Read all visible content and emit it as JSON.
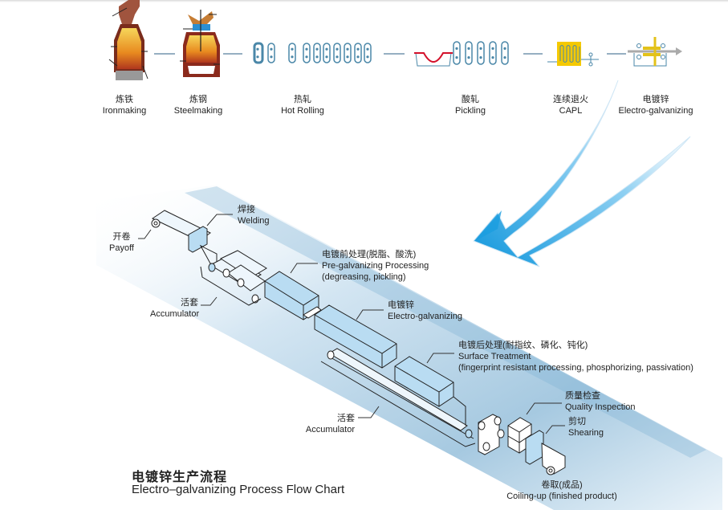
{
  "top_process": {
    "stages": [
      {
        "zh": "炼铁",
        "en": "Ironmaking",
        "icon": "blast-furnace-icon"
      },
      {
        "zh": "炼钢",
        "en": "Steelmaking",
        "icon": "converter-icon"
      },
      {
        "zh": "热轧",
        "en": "Hot Rolling",
        "icon": "rolling-mill-icon"
      },
      {
        "zh": "酸轧",
        "en": "Pickling",
        "icon": "pickling-tank-icon"
      },
      {
        "zh": "连续退火",
        "en": "CAPL",
        "icon": "annealing-furnace-icon"
      },
      {
        "zh": "电镀锌",
        "en": "Electro-galvanizing",
        "icon": "electrogalvanizing-icon"
      }
    ]
  },
  "line_labels": {
    "payoff": {
      "zh": "开卷",
      "en": "Payoff"
    },
    "welding": {
      "zh": "焊接",
      "en": "Welding"
    },
    "accumulator_entry": {
      "zh": "活套",
      "en": "Accumulator"
    },
    "pre_treatment": {
      "zh": "电镀前处理(脱脂、酸洗)",
      "en": "Pre-galvanizing Processing",
      "en2": "(degreasing, pickling)"
    },
    "electro_galvanizing": {
      "zh": "电镀锌",
      "en": "Electro-galvanizing"
    },
    "surface_treatment": {
      "zh": "电镀后处理(耐指纹、磷化、钝化)",
      "en": "Surface Treatment",
      "en2": "(fingerprint resistant processing, phosphorizing, passivation)"
    },
    "accumulator_exit": {
      "zh": "活套",
      "en": "Accumulator"
    },
    "quality_inspection": {
      "zh": "质量检查",
      "en": "Quality Inspection"
    },
    "shearing": {
      "zh": "剪切",
      "en": "Shearing"
    },
    "coiling": {
      "zh": "卷取(成品)",
      "en": "Coiling-up (finished product)"
    }
  },
  "title": {
    "zh": "电镀锌生产流程",
    "en": "Electro–galvanizing Process Flow Chart"
  },
  "colors": {
    "equipment_fill": "#b9dcf2",
    "band_blue": "#8fb9d8",
    "arrow_blue": "#1a9ee0",
    "strip_red": "#d4112b",
    "strip_yellow": "#f2e600",
    "furnace_brown": "#8b2a1c",
    "capl_yellow": "#f5c900",
    "roll_blue": "#4a87a8"
  }
}
